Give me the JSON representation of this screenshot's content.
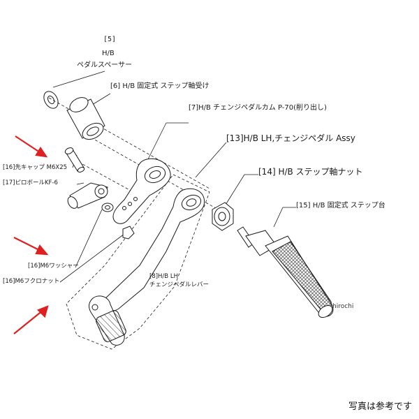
{
  "labels": {
    "p5_num": "[5]",
    "p5_hb": "H/B",
    "p5_name": "ペダルスペーサー",
    "p6": "[6] H/B 固定式 ステップ軸受け",
    "p7": "[7]H/B チェンジペダルカム P-70(削り出し)",
    "p13": "[13]H/B LH,チェンジペダル Assy",
    "p14": "[14] H/B ステップ軸ナット",
    "p15": "[15] H/B 固定式 ステップ台",
    "p16a": "[16]先キャップ M6X25",
    "p17": "[17]ピロボールKF-6",
    "p16b": "[16]M6ワッシャー",
    "p16c": "[16]M6フクロナット",
    "p8_line1": "[8]H/B LH",
    "p8_line2": "チェンジペダルレバー"
  },
  "note": "写真は参考です",
  "watermark": "hirochi",
  "colors": {
    "line": "#1a1a1a",
    "arrow": "#e02020",
    "background": "#ffffff"
  }
}
